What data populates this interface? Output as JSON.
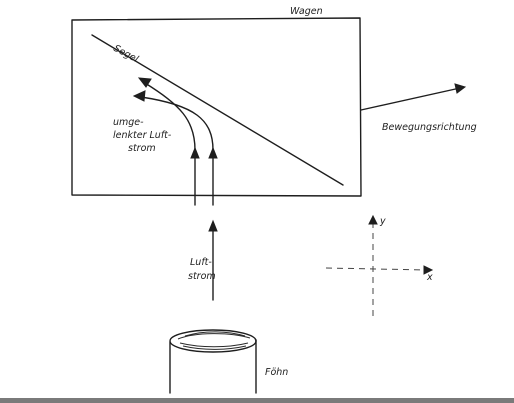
{
  "labels": {
    "wagen": "Wagen",
    "segel": "Segel",
    "umgelenkt": [
      "umge-",
      "lenkter Luft-",
      "strom"
    ],
    "bewegungsrichtung": "Bewegungsrichtung",
    "luftstrom": [
      "Luft-",
      "strom"
    ],
    "foehn": "Föhn",
    "axis_y": "y",
    "axis_x": "x"
  }
}
